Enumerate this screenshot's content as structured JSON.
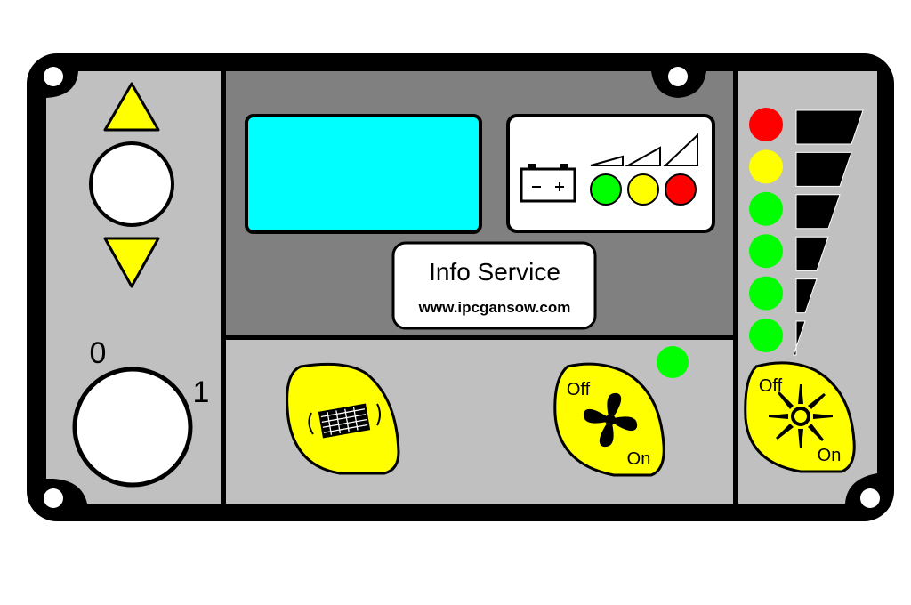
{
  "info_badge": {
    "title": "Info Service",
    "url": "www.ipcgansow.com"
  },
  "key_switch": {
    "label_off": "0",
    "label_on": "1"
  },
  "fan_button": {
    "label_off": "Off",
    "label_on": "On"
  },
  "light_button": {
    "label_off": "Off",
    "label_on": "On"
  },
  "battery_indicator": {
    "lamps": [
      "green",
      "yellow",
      "red"
    ]
  },
  "level_indicator": {
    "lamps": [
      "red",
      "yellow",
      "green",
      "green",
      "green",
      "green"
    ]
  },
  "fan_status_lamp": {
    "color": "green"
  },
  "colors": {
    "frame": "#000000",
    "panel_light": "#c0c0c0",
    "panel_dark": "#808080",
    "display": "#00ffff",
    "button_yellow": "#ffff00",
    "lamp_red": "#ff0000",
    "lamp_yellow": "#ffff00",
    "lamp_green": "#00ff00"
  }
}
